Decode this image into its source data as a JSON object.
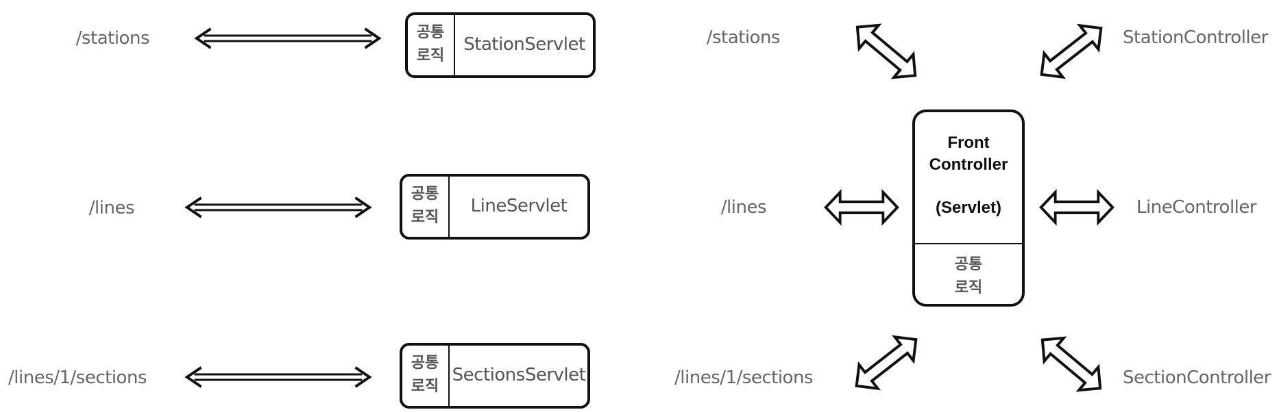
{
  "left": {
    "rows": [
      {
        "path": "/stations",
        "servlet": "StationServlet",
        "common": [
          "공통",
          "로직"
        ]
      },
      {
        "path": "/lines",
        "servlet": "LineServlet",
        "common": [
          "공통",
          "로직"
        ]
      },
      {
        "path": "/lines/1/sections",
        "servlet": "SectionsServlet",
        "common": [
          "공통",
          "로직"
        ]
      }
    ]
  },
  "right": {
    "paths": [
      "/stations",
      "/lines",
      "/lines/1/sections"
    ],
    "front_controller": {
      "line1": "Front",
      "line2": "Controller",
      "line3": "(Servlet)",
      "common": [
        "공통",
        "로직"
      ]
    },
    "controllers": [
      "StationController",
      "LineController",
      "SectionController"
    ]
  }
}
